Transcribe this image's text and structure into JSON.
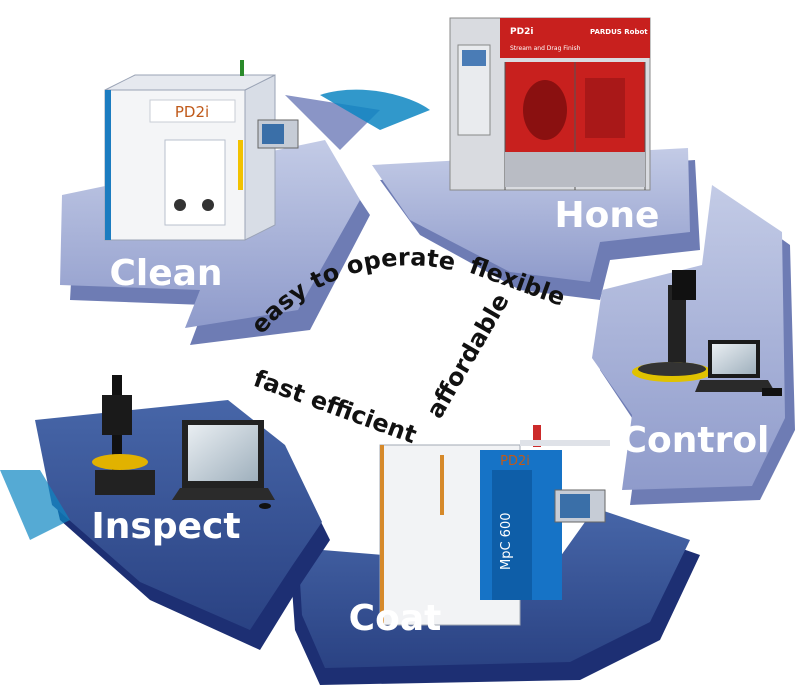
{
  "stages": [
    {
      "label": "Clean"
    },
    {
      "label": "Hone"
    },
    {
      "label": "Control"
    },
    {
      "label": "Coat"
    },
    {
      "label": "Inspect"
    }
  ],
  "center_words": [
    {
      "text": "easy to operate"
    },
    {
      "text": "flexible"
    },
    {
      "text": "affordable"
    },
    {
      "text": "fast efficient"
    }
  ],
  "brand": {
    "logo_text": "PD2i",
    "hone_header_left": "PD2i",
    "hone_header_right": "PARDUS Robot",
    "hone_subheader": "Stream and Drag Finish",
    "coat_machine_label": "MpC 600"
  },
  "colors": {
    "arrow_light_top": "#a9b3d6",
    "arrow_light_side": "#5a6aa8",
    "arrow_dark_top": "#3b5596",
    "arrow_dark_side": "#17296a",
    "accent_cyan": "#0d86c2",
    "machine_red": "#c8201e"
  }
}
